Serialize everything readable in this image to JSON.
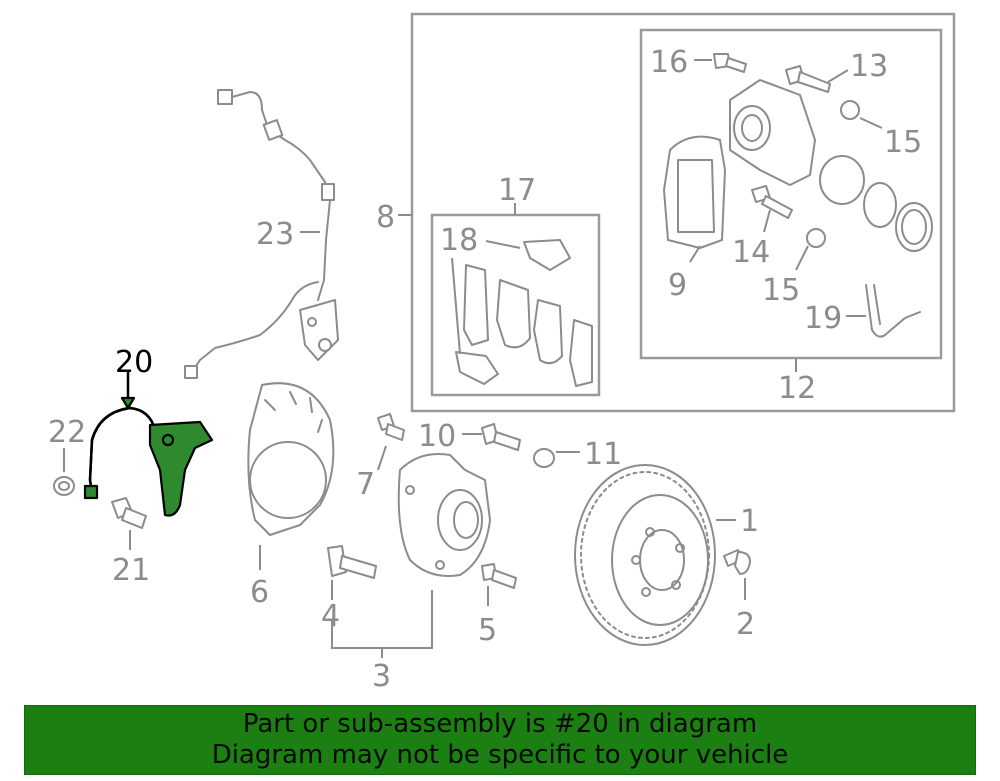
{
  "callouts": {
    "c1": "1",
    "c2": "2",
    "c3": "3",
    "c4": "4",
    "c5": "5",
    "c6": "6",
    "c7": "7",
    "c8": "8",
    "c9": "9",
    "c10": "10",
    "c11": "11",
    "c12": "12",
    "c13": "13",
    "c14": "14",
    "c15a": "15",
    "c15b": "15",
    "c16": "16",
    "c17": "17",
    "c18": "18",
    "c19": "19",
    "c20": "20",
    "c21": "21",
    "c22": "22",
    "c23": "23"
  },
  "highlight": {
    "part_number": "20",
    "color": "#2f8a2f"
  },
  "banner": {
    "line1": "Part or sub-assembly is #20 in diagram",
    "line2": "Diagram may not be specific to your vehicle",
    "background": "#1b7f12"
  }
}
